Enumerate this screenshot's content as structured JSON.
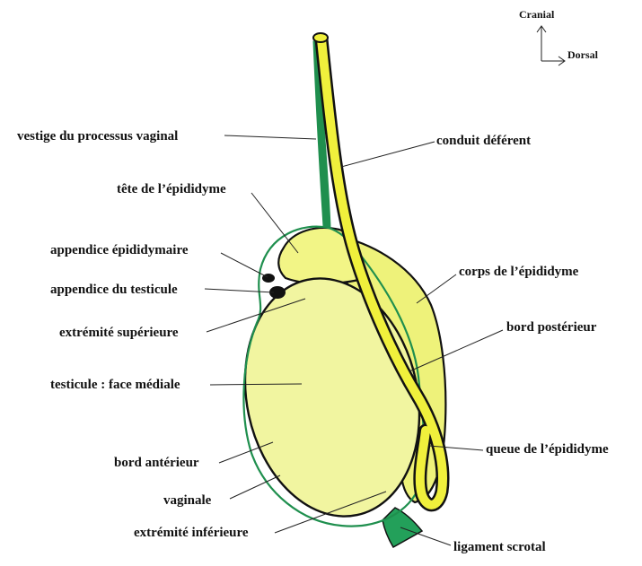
{
  "orientation": {
    "cranial": "Cranial",
    "dorsal": "Dorsal"
  },
  "labels": {
    "vestige": "vestige du processus vaginal",
    "conduit": "conduit déférent",
    "tete": "tête de l’épididyme",
    "appendice_epi": "appendice épididymaire",
    "appendice_test": "appendice du testicule",
    "corps": "corps de l’épididyme",
    "extremite_sup": "extrémité supérieure",
    "bord_post": "bord postérieur",
    "face_mediale": "testicule : face médiale",
    "queue": "queue de l’épididyme",
    "bord_ant": "bord antérieur",
    "vaginale": "vaginale",
    "extremite_inf": "extrémité inférieure",
    "ligament": "ligament scrotal"
  },
  "colors": {
    "testis": "#f1f5a0",
    "epididymis": "#eef27a",
    "ductus": "#f0f03c",
    "vaginal": "#1f8f4e",
    "ligament": "#23a05a"
  }
}
